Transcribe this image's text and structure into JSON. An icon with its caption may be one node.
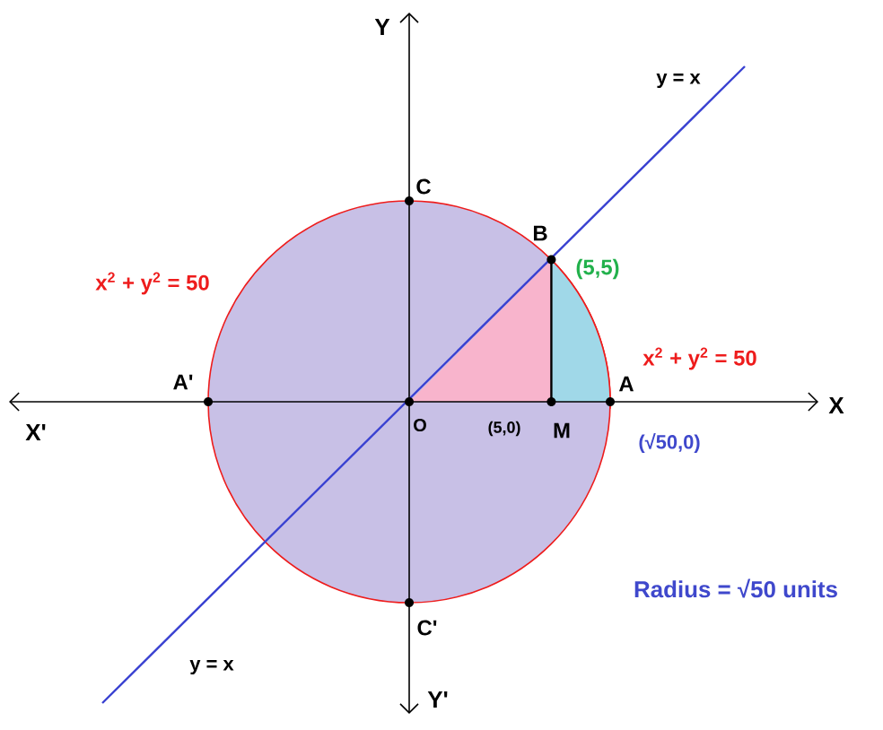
{
  "diagram": {
    "labels": [
      "Y",
      "y = x",
      "C",
      "B",
      "(5,5)",
      "x$^{2}$ + y$^{2}$ = 50",
      "x$^{2}$ + y$^{2}$ = 50",
      "A'",
      "O",
      "(5,0)",
      "M",
      "A",
      "X",
      "X'",
      "(√50,0)",
      "Radius = √50 units",
      "C'",
      "y = x",
      "Y'"
    ]
  }
}
